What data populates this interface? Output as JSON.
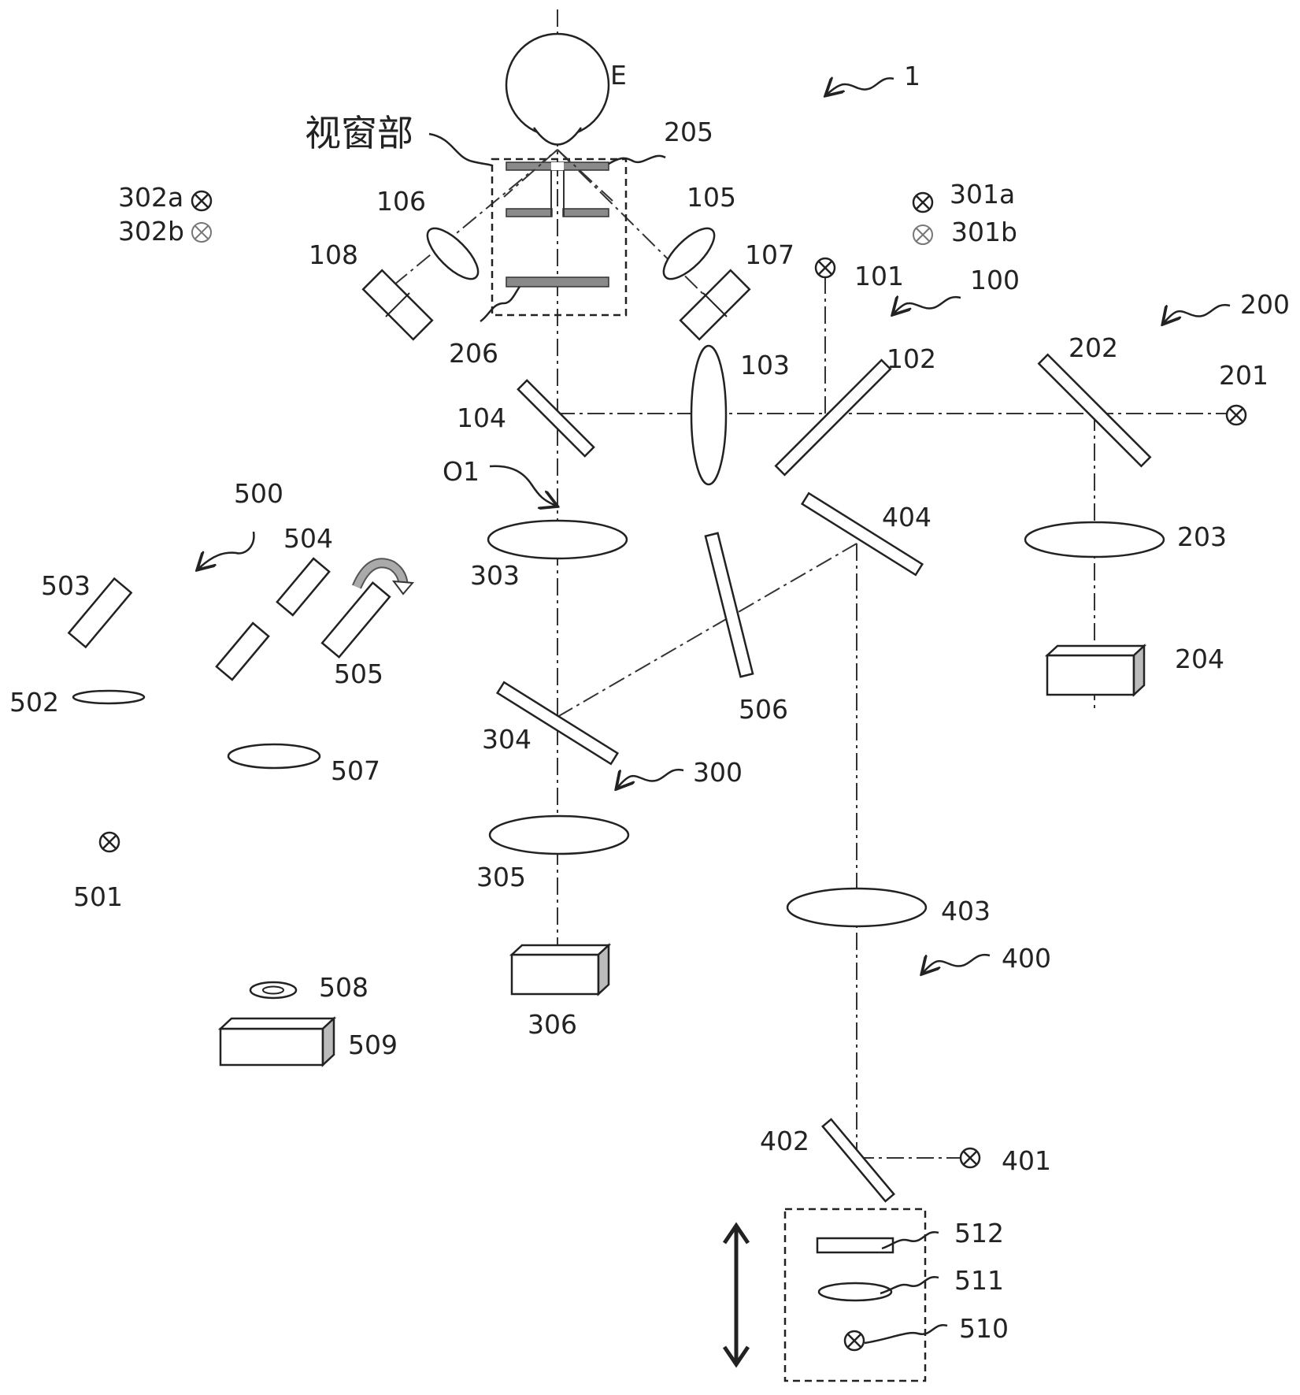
{
  "window_label": "视窗部",
  "labels": {
    "eye": "E",
    "system": "1",
    "l100": "100",
    "l101": "101",
    "l102": "102",
    "l103": "103",
    "l104": "104",
    "l105": "105",
    "l106": "106",
    "l107": "107",
    "l108": "108",
    "l200": "200",
    "l201": "201",
    "l202": "202",
    "l203": "203",
    "l204": "204",
    "l205": "205",
    "l206": "206",
    "l300": "300",
    "l301a": "301a",
    "l301b": "301b",
    "l302a": "302a",
    "l302b": "302b",
    "l303": "303",
    "l304": "304",
    "l305": "305",
    "l306": "306",
    "l400": "400",
    "l401": "401",
    "l402": "402",
    "l403": "403",
    "l404": "404",
    "l500": "500",
    "l501": "501",
    "l502": "502",
    "l503": "503",
    "l504": "504",
    "l505": "505",
    "l506": "506",
    "l507": "507",
    "l508": "508",
    "l509": "509",
    "l510": "510",
    "l511": "511",
    "l512": "512",
    "o1": "O1"
  },
  "icons": {
    "light_source": "circled-x-icon",
    "rotation": "curved-rotation-arrow-icon",
    "movement": "double-vertical-arrow-icon"
  }
}
